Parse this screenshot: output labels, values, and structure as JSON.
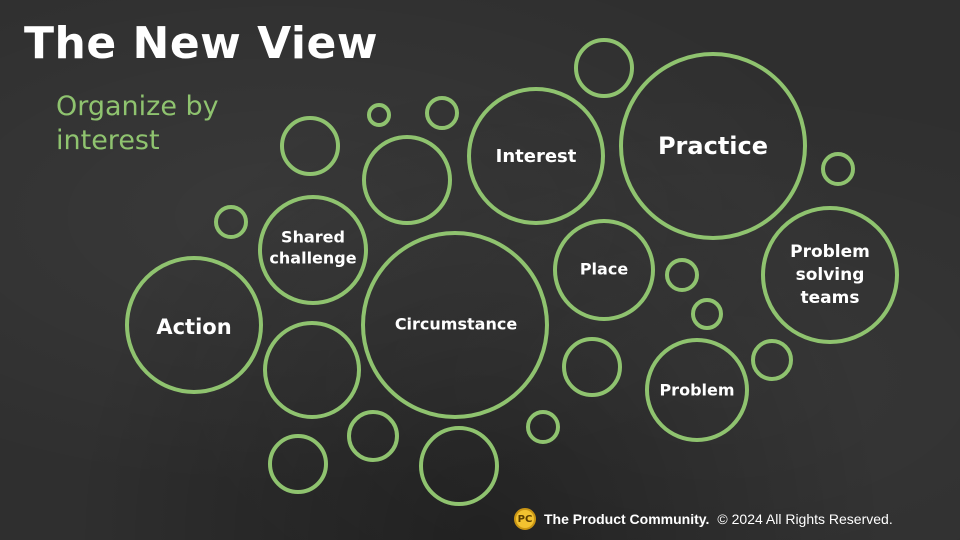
{
  "slide": {
    "title": "The New View",
    "subtitle": "Organize by interest"
  },
  "colors": {
    "circle_stroke": "#8fc36f",
    "subtitle": "#8fc36f",
    "text": "#ffffff",
    "background": "#2f2f2f"
  },
  "bubbles": {
    "interest": "Interest",
    "practice": "Practice",
    "shared_challenge_1": "Shared",
    "shared_challenge_2": "challenge",
    "place": "Place",
    "problem_solving_1": "Problem",
    "problem_solving_2": "solving",
    "problem_solving_3": "teams",
    "action": "Action",
    "circumstance": "Circumstance",
    "problem": "Problem"
  },
  "footer": {
    "logo_text": "PC",
    "brand": "The Product Community.",
    "rights": "© 2024 All Rights Reserved."
  }
}
